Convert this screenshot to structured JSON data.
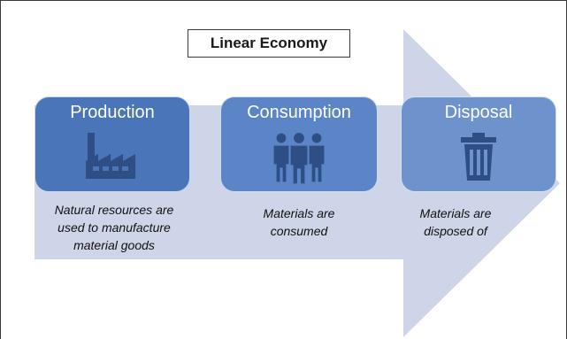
{
  "title": "Linear Economy",
  "stages": [
    {
      "label": "Production",
      "icon": "factory-icon",
      "caption": "Natural resources are\nused to manufacture\nmaterial goods"
    },
    {
      "label": "Consumption",
      "icon": "people-icon",
      "caption": "Materials are\nconsumed"
    },
    {
      "label": "Disposal",
      "icon": "trash-can-icon",
      "caption": "Materials are\ndisposed of"
    }
  ],
  "colors": {
    "arrow": "#cfd5e8",
    "production": "#4a75b8",
    "consumption": "#5b85c6",
    "disposal": "#6e93cc",
    "icon": "#2d4f85"
  }
}
